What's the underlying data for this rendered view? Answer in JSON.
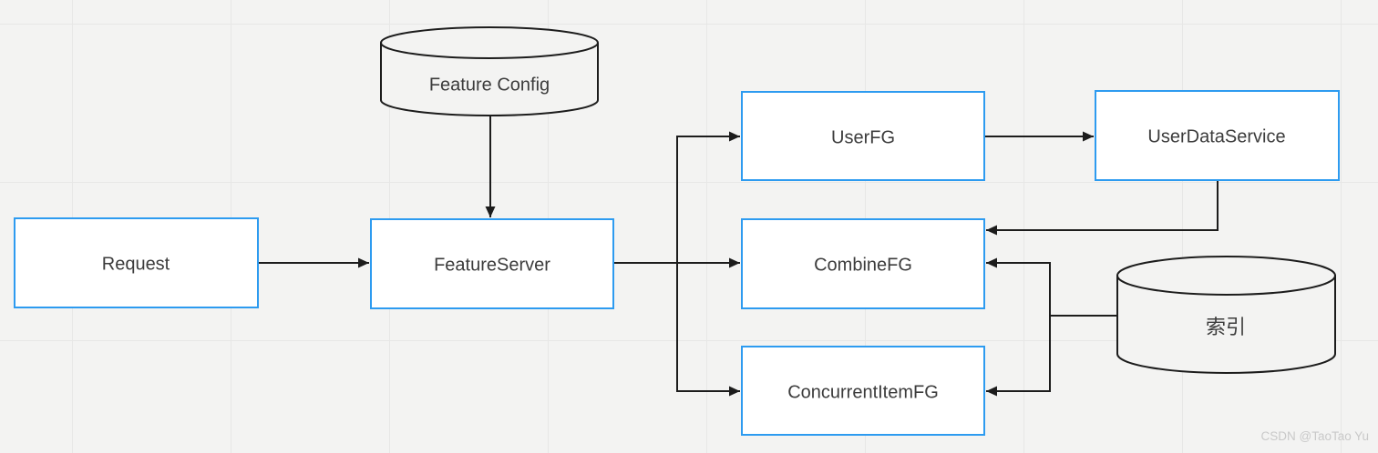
{
  "diagram": {
    "title_hint": "Feature server architecture flow diagram",
    "nodes": {
      "request": {
        "label": "Request",
        "shape": "rect"
      },
      "feature_server": {
        "label": "FeatureServer",
        "shape": "rect"
      },
      "user_fg": {
        "label": "UserFG",
        "shape": "rect"
      },
      "user_data_service": {
        "label": "UserDataService",
        "shape": "rect"
      },
      "combine_fg": {
        "label": "CombineFG",
        "shape": "rect"
      },
      "concurrent_item_fg": {
        "label": "ConcurrentItemFG",
        "shape": "rect"
      },
      "feature_config": {
        "label": "Feature Config",
        "shape": "cylinder"
      },
      "index_db": {
        "label": "索引",
        "shape": "cylinder"
      }
    },
    "edges": [
      {
        "from": "request",
        "to": "feature_server"
      },
      {
        "from": "feature_config",
        "to": "feature_server"
      },
      {
        "from": "feature_server",
        "to": "user_fg"
      },
      {
        "from": "feature_server",
        "to": "combine_fg"
      },
      {
        "from": "feature_server",
        "to": "concurrent_item_fg"
      },
      {
        "from": "user_fg",
        "to": "user_data_service"
      },
      {
        "from": "user_data_service",
        "to": "combine_fg"
      },
      {
        "from": "index_db",
        "to": "combine_fg"
      },
      {
        "from": "index_db",
        "to": "concurrent_item_fg"
      }
    ],
    "colors": {
      "box_border": "#2d9bf0",
      "box_fill": "#ffffff",
      "shape_stroke": "#1c1c1c",
      "label_text": "#3c3c3c",
      "background": "#f3f3f2",
      "grid_line": "#e7e7e6",
      "watermark_text": "#c9c9c9"
    },
    "watermark": "CSDN @TaoTao Yu"
  }
}
